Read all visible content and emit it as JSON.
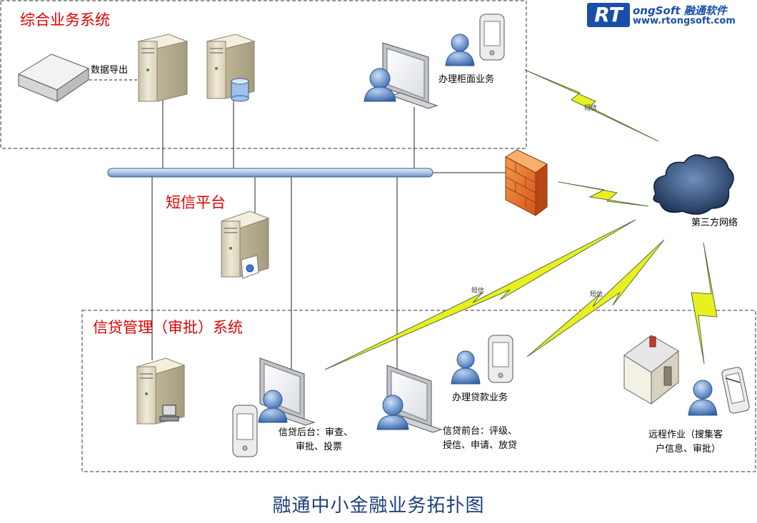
{
  "logo": {
    "mark": "RT",
    "name": "ongSoft 融通软件",
    "url": "www.rtongsoft.com"
  },
  "zones": {
    "integrated": "综合业务系统",
    "sms": "短信平台",
    "credit": "信贷管理（审批）系统"
  },
  "labels": {
    "data_export": "数据导出",
    "counter": "办理柜面业务",
    "third_party": "第三方网络",
    "loan_business": "办理贷款业务",
    "back_office_1": "信贷后台：审查、",
    "back_office_2": "审批、投票",
    "front_office_1": "信贷前台：评级、",
    "front_office_2": "授信、申请、放贷",
    "remote_1": "远程作业（搜集客",
    "remote_2": "户信息、审批）"
  },
  "links": {
    "sms1": "短信",
    "sms2": "短信",
    "sms3": "短信"
  },
  "caption": "融通中小金融业务拓扑图",
  "colors": {
    "zone_title": "#e00000",
    "caption": "#1f3f7a",
    "brand": "#1b4ea8",
    "bolt": "#e8f020",
    "bus": "#bcd3ee"
  }
}
